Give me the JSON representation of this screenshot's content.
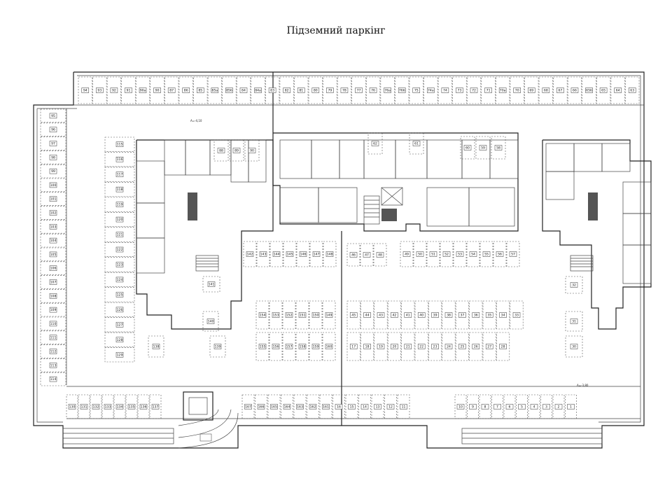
{
  "title": "Підземний паркінг",
  "marks": {
    "level_top": "A=-4,10",
    "level_bottom": "A=-3,80",
    "ramp": "",
    "lift": ""
  },
  "rows": {
    "top": [
      "94",
      "93",
      "92",
      "91",
      "90а",
      "90",
      "87",
      "86",
      "85",
      "85а",
      "85б",
      "84",
      "84а",
      "83",
      "82",
      "81",
      "80",
      "79",
      "78",
      "77",
      "76",
      "76а",
      "76б",
      "75",
      "74а",
      "74",
      "73",
      "72",
      "71",
      "70а",
      "70",
      "69",
      "68",
      "67",
      "66",
      "65б",
      "65",
      "64",
      "63"
    ],
    "left": [
      "95",
      "96",
      "97",
      "98",
      "99",
      "100",
      "101",
      "102",
      "103",
      "104",
      "105",
      "106",
      "107",
      "108",
      "109",
      "110",
      "111",
      "112",
      "113",
      "114"
    ],
    "inner_left": [
      "115",
      "116",
      "117",
      "118",
      "119",
      "120",
      "121",
      "122",
      "123",
      "124",
      "125",
      "126",
      "127",
      "128",
      "129"
    ],
    "bottom_left": [
      "130",
      "131",
      "132",
      "133",
      "134",
      "135",
      "136",
      "137"
    ],
    "bottom_mid": [
      "167",
      "166",
      "165",
      "164",
      "163",
      "162",
      "161",
      "16",
      "15",
      "14",
      "13",
      "12",
      "11"
    ],
    "bottom_right": [
      "10",
      "9",
      "8",
      "7",
      "6",
      "5",
      "4",
      "3",
      "2",
      "1"
    ],
    "center_a": [
      "142",
      "143",
      "144",
      "145",
      "146",
      "147",
      "148"
    ],
    "center_b": [
      "46",
      "47",
      "48"
    ],
    "center_c": [
      "49",
      "50",
      "51",
      "52",
      "53",
      "54",
      "55",
      "56",
      "57"
    ],
    "mid_upper_left": [
      "154",
      "153",
      "152",
      "151",
      "150",
      "149"
    ],
    "mid_upper_right": [
      "45",
      "44",
      "43",
      "42",
      "41",
      "40",
      "39",
      "38",
      "37",
      "36",
      "35",
      "34",
      "33"
    ],
    "mid_lower_left": [
      "155",
      "156",
      "157",
      "158",
      "159",
      "160"
    ],
    "mid_lower_right": [
      "17",
      "18",
      "19",
      "20",
      "21",
      "22",
      "23",
      "24",
      "25",
      "26",
      "27",
      "28"
    ],
    "core_top": [
      "88",
      "89",
      "90",
      "62",
      "61",
      "60",
      "59",
      "58"
    ],
    "misc": [
      "138",
      "139",
      "140",
      "141",
      "32",
      "31",
      "30"
    ]
  }
}
